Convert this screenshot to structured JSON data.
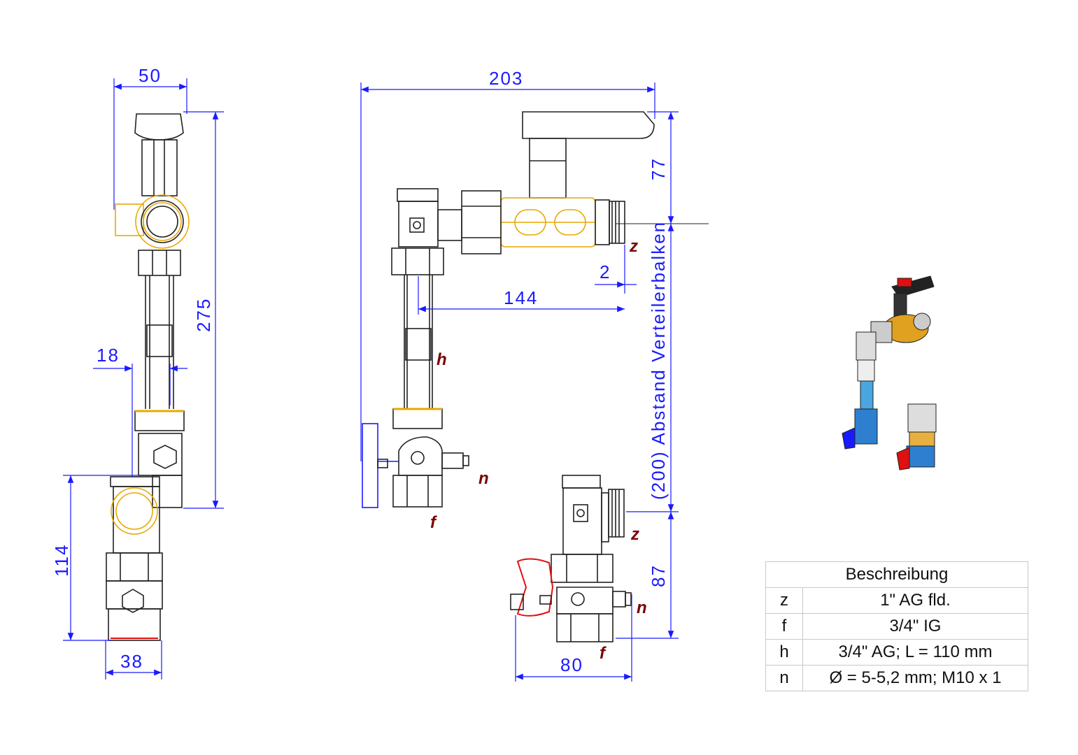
{
  "dimensions": {
    "d50": "50",
    "d275": "275",
    "d18": "18",
    "d114": "114",
    "d38": "38",
    "d203": "203",
    "d77": "77",
    "d2": "2",
    "d144": "144",
    "d200": "(200) Abstand Verteilerbalken",
    "d87": "87",
    "d80": "80"
  },
  "labels": {
    "z1": "z",
    "z2": "z",
    "h": "h",
    "n1": "n",
    "n2": "n",
    "f1": "f",
    "f2": "f"
  },
  "table": {
    "header": "Beschreibung",
    "rows": [
      {
        "key": "z",
        "value": "1\" AG fld."
      },
      {
        "key": "f",
        "value": "3/4\" IG"
      },
      {
        "key": "h",
        "value": "3/4\" AG; L = 110 mm"
      },
      {
        "key": "n",
        "value": "Ø = 5-5,2 mm; M10 x 1"
      }
    ]
  },
  "colors": {
    "dimension": "#1a1aff",
    "label": "#7a0000",
    "brass": "#e8a800",
    "outline": "#222222",
    "handle_red": "#e01010",
    "handle_blue": "#1a1aff"
  }
}
